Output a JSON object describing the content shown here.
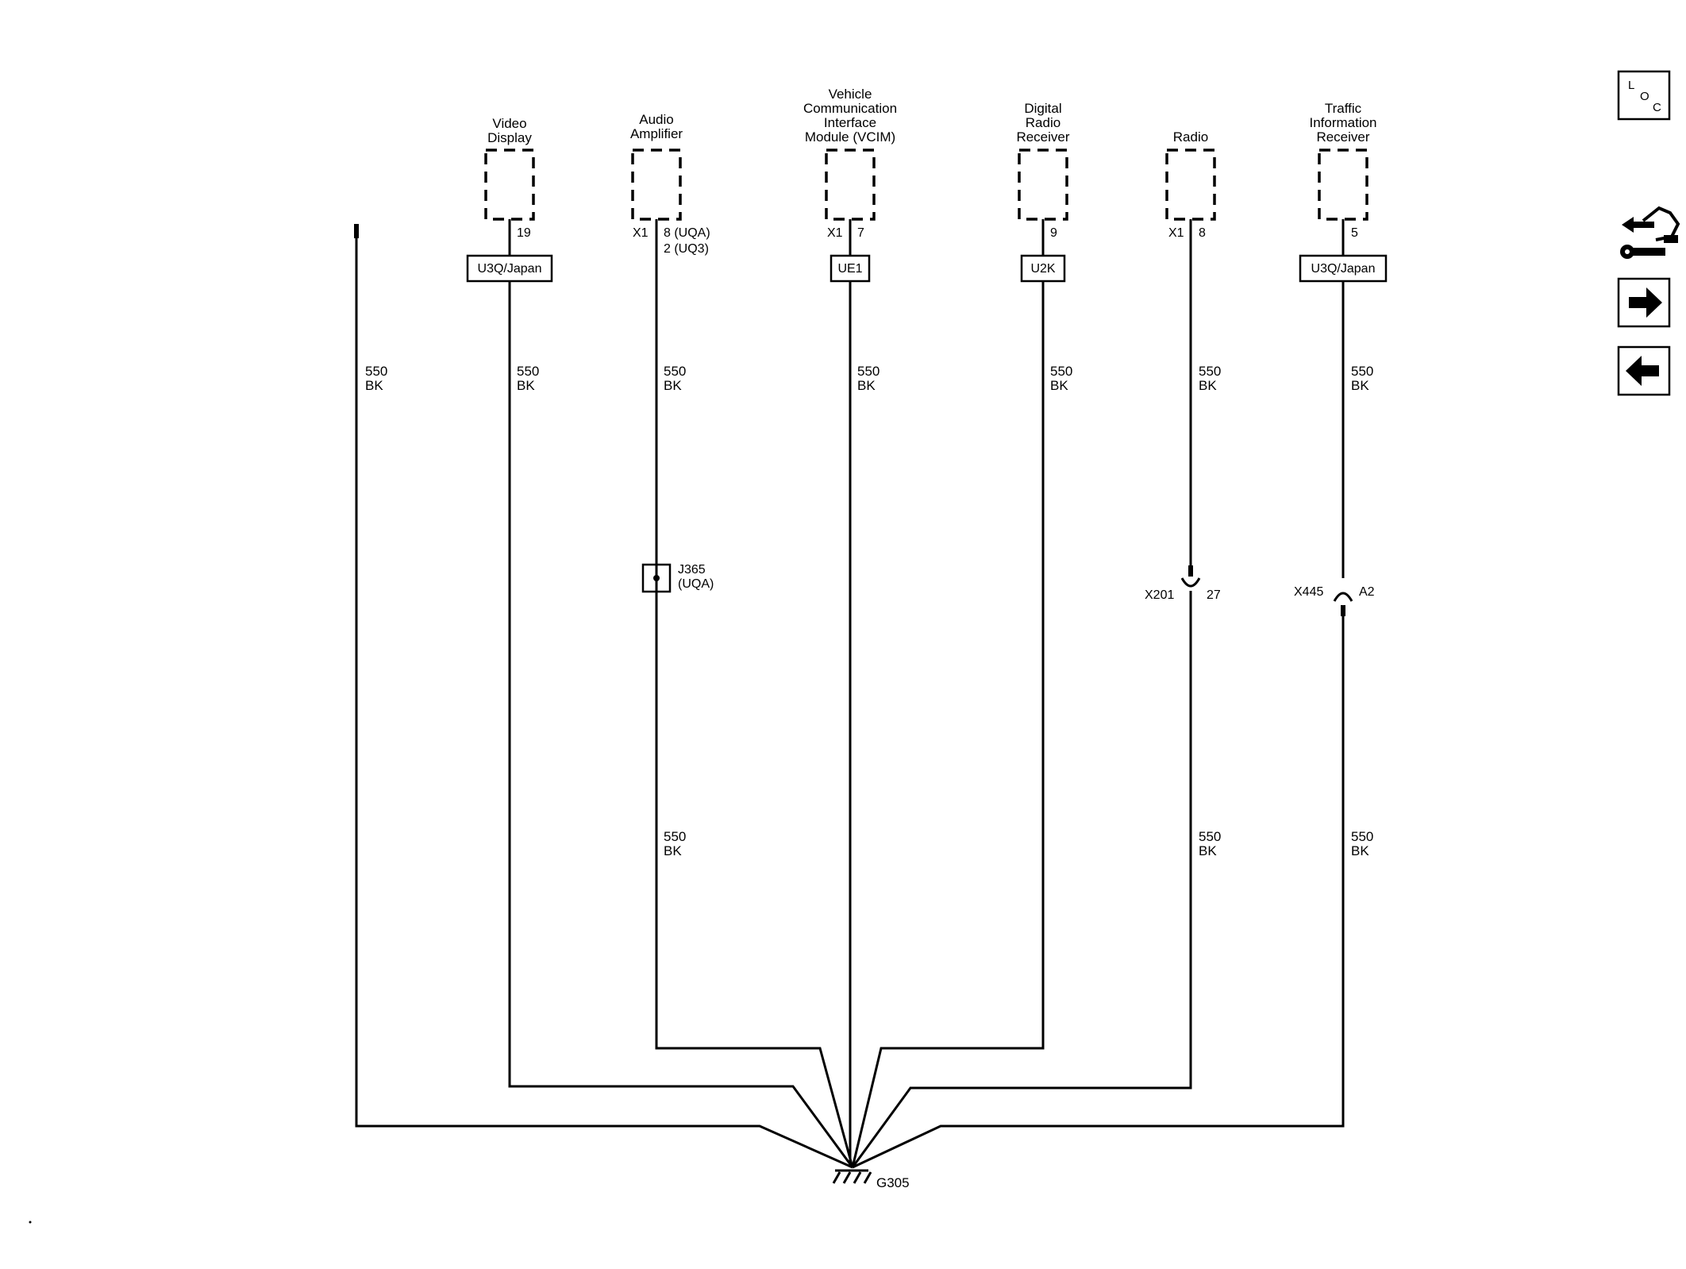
{
  "components": [
    {
      "id": "video",
      "name_lines": [
        "Video",
        "Display"
      ],
      "connector": "",
      "pins": [
        "19"
      ],
      "option": "U3Q/Japan",
      "wire_upper": [
        "550",
        "BK"
      ]
    },
    {
      "id": "amp",
      "name_lines": [
        "Audio",
        "Amplifier"
      ],
      "connector": "X1",
      "pins": [
        "8 (UQA)",
        "2 (UQ3)"
      ],
      "option": "",
      "wire_upper": [
        "550",
        "BK"
      ],
      "splice": {
        "id": "J365",
        "option": "(UQA)"
      },
      "wire_lower": [
        "550",
        "BK"
      ]
    },
    {
      "id": "vcim",
      "name_lines": [
        "Vehicle",
        "Communication",
        "Interface",
        "Module (VCIM)"
      ],
      "connector": "X1",
      "pins": [
        "7"
      ],
      "option": "UE1",
      "wire_upper": [
        "550",
        "BK"
      ]
    },
    {
      "id": "drr",
      "name_lines": [
        "Digital",
        "Radio",
        "Receiver"
      ],
      "connector": "",
      "pins": [
        "9"
      ],
      "option": "U2K",
      "wire_upper": [
        "550",
        "BK"
      ]
    },
    {
      "id": "radio",
      "name_lines": [
        "Radio"
      ],
      "connector": "X1",
      "pins": [
        "8"
      ],
      "option": "",
      "wire_upper": [
        "550",
        "BK"
      ],
      "inline": {
        "connector": "X201",
        "pin": "27"
      },
      "wire_lower": [
        "550",
        "BK"
      ]
    },
    {
      "id": "traffic",
      "name_lines": [
        "Traffic",
        "Information",
        "Receiver"
      ],
      "connector": "",
      "pins": [
        "5"
      ],
      "option": "U3Q/Japan",
      "wire_upper": [
        "550",
        "BK"
      ],
      "inline": {
        "connector": "X445",
        "pin": "A2"
      },
      "wire_lower": [
        "550",
        "BK"
      ]
    }
  ],
  "left_wire": [
    "550",
    "BK"
  ],
  "ground": "G305",
  "nav": {
    "loc": {
      "l": "L",
      "o": "O",
      "c": "C"
    },
    "icons": [
      "harness-icon",
      "arrow-right-icon",
      "arrow-left-icon"
    ]
  }
}
